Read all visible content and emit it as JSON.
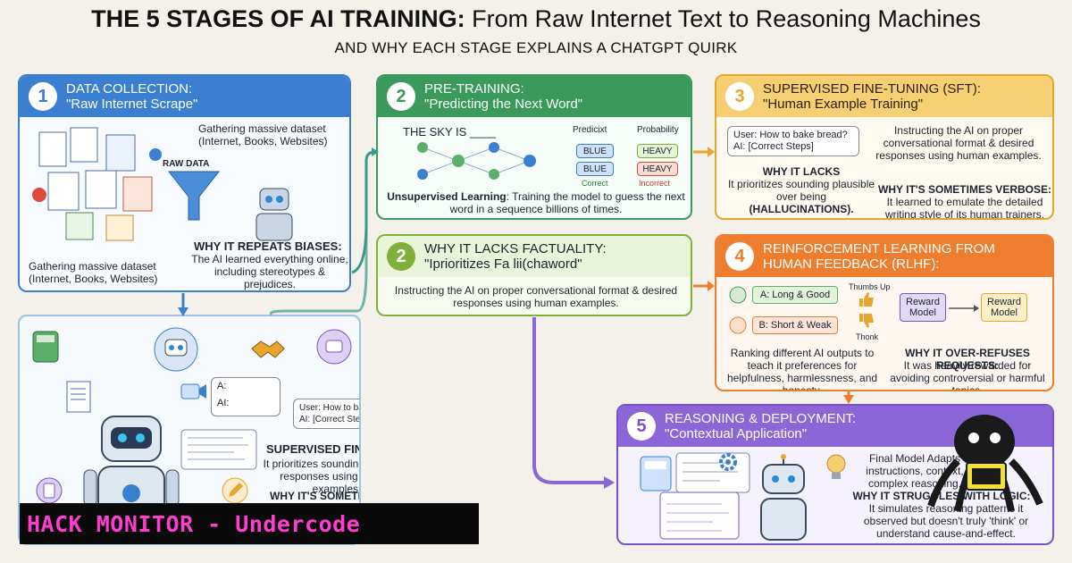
{
  "header": {
    "title_bold": "THE 5 STAGES OF AI TRAINING:",
    "title_light": "From Raw Internet Text to Reasoning Machines",
    "subtitle": "AND WHY EACH STAGE EXPLAINS A CHATGPT QUIRK"
  },
  "stage1": {
    "number": "1",
    "title": "DATA COLLECTION:",
    "subtitle": "\"Raw Internet Scrape\"",
    "desc_top": "Gathering massive dataset (Internet, Books, Websites)",
    "raw_label": "RAW DATA",
    "why_title": "WHY IT REPEATS BIASES:",
    "why_text": "The AI learned everything online, including stereotypes & prejudices.",
    "desc_bottom": "Gathering massive dataset (Internet, Books, Websites)",
    "color": "#3b7fd0"
  },
  "stage2": {
    "number": "2",
    "title": "PRE-TRAINING:",
    "subtitle": "\"Predicting the Next Word\"",
    "prompt": "THE SKY IS ____",
    "predict_label": "Predicixt",
    "prob_label": "Probability",
    "pred1": "BLUE",
    "pred2": "BLUE",
    "prob1": "HEAVY",
    "prob2": "HEAVY",
    "correct": "Correct",
    "incorrect": "Incorrect",
    "desc_bold": "Unsupervised Learning",
    "desc": ": Training the model to guess the next word in a sequence billions of times.",
    "color": "#3a9a5c"
  },
  "factuality": {
    "number": "2",
    "title": "WHY IT LACKS FACTUALITY:",
    "subtitle": "\"Iprioritizes Fa lii(chaword\"",
    "desc": "Instructing the AI on proper conversational format & desired responses using human examples.",
    "color": "#7fb03a"
  },
  "stage3": {
    "number": "3",
    "title": "SUPERVISED FINE-TUNING (SFT):",
    "subtitle": "\"Human Example Training\"",
    "chat_user": "User: How to bake bread?",
    "chat_ai": "AI: [Correct Steps]",
    "desc": "Instructing the AI on proper conversational format & desired responses using human examples.",
    "why_lacks_title": "WHY IT LACKS",
    "why_lacks_text": "It prioritizes sounding plausible over being",
    "why_lacks_bold": "(HALLUCINATIONS).",
    "why_verbose_title": "WHY IT'S SOMETIMES VERBOSE:",
    "why_verbose_text": "It learned to emulate the detailed writing style of its human trainers.",
    "color": "#e7a52c"
  },
  "stage4": {
    "number": "4",
    "title": "REINFORCEMENT LEARNING FROM HUMAN FEEDBACK (RLHF):",
    "option_a": "A: Long & Good",
    "option_b": "B: Short & Weak",
    "thumbs_up": "Thumbs Up",
    "thumb": "Thonk",
    "reward1": "Reward Model",
    "reward2": "Reward Model",
    "desc": "Ranking different AI outputs to teach it preferences for helpfulness, harmlessness, and honesty.",
    "why_title": "WHY IT OVER-REFUSES REQUESTS:",
    "why_text": "It was heavily rewarded for avoiding controversial or harmful topics.",
    "color": "#ee7d2e"
  },
  "center_panel": {
    "chat_a1": "A:",
    "chat_a2": "AI:",
    "chat_user": "User: How to bake bread?",
    "chat_ai": "AI:  [Correct Steps]",
    "sft_title": "SUPERVISED FINE-TUNING (SFT):",
    "sft_text": "It prioritizes sounding plausiutd responses using human examples.",
    "verbose_title": "WHY IT'S SOMETIMES VERBOSE:",
    "color": "#3b7fd0"
  },
  "stage5": {
    "number": "5",
    "title": "REASONING & DEPLOYMENT:",
    "subtitle": "\"Contextual Application\"",
    "desc": "Final Model Adapts instructions, context, complex reasoning.",
    "why_title": "WHY IT STRUGGLES WITH LOGIC:",
    "why_text": "It simulates reasoning patterns it observed but doesn't truly 'think' or understand cause-and-effect.",
    "color": "#7a52c8"
  },
  "banner": {
    "text": "HACK MONITOR - Undercode",
    "color": "#ff3dd0"
  },
  "icons": [
    "funnel-icon",
    "robot-icon",
    "document-icon",
    "neural-net-icon",
    "handshake-icon",
    "thumbs-up-icon",
    "thumbs-down-icon",
    "calculator-icon",
    "gear-icon",
    "lightbulb-icon",
    "octopus-hacker-icon"
  ]
}
